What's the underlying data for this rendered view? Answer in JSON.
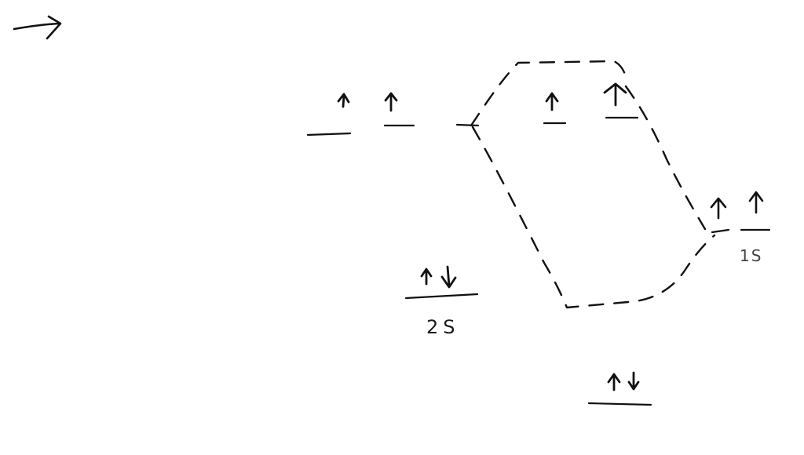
{
  "diagram": {
    "labels": {
      "orbital_2s": "2S",
      "orbital_1s": "1S"
    },
    "electron_counts": {
      "p_orbitals_left": [
        1,
        1,
        0
      ],
      "orbital_2s": 2,
      "hybrid_top": [
        1,
        1
      ],
      "orbital_1s_pair": [
        1,
        1
      ],
      "bottom_orbital": 2
    }
  }
}
